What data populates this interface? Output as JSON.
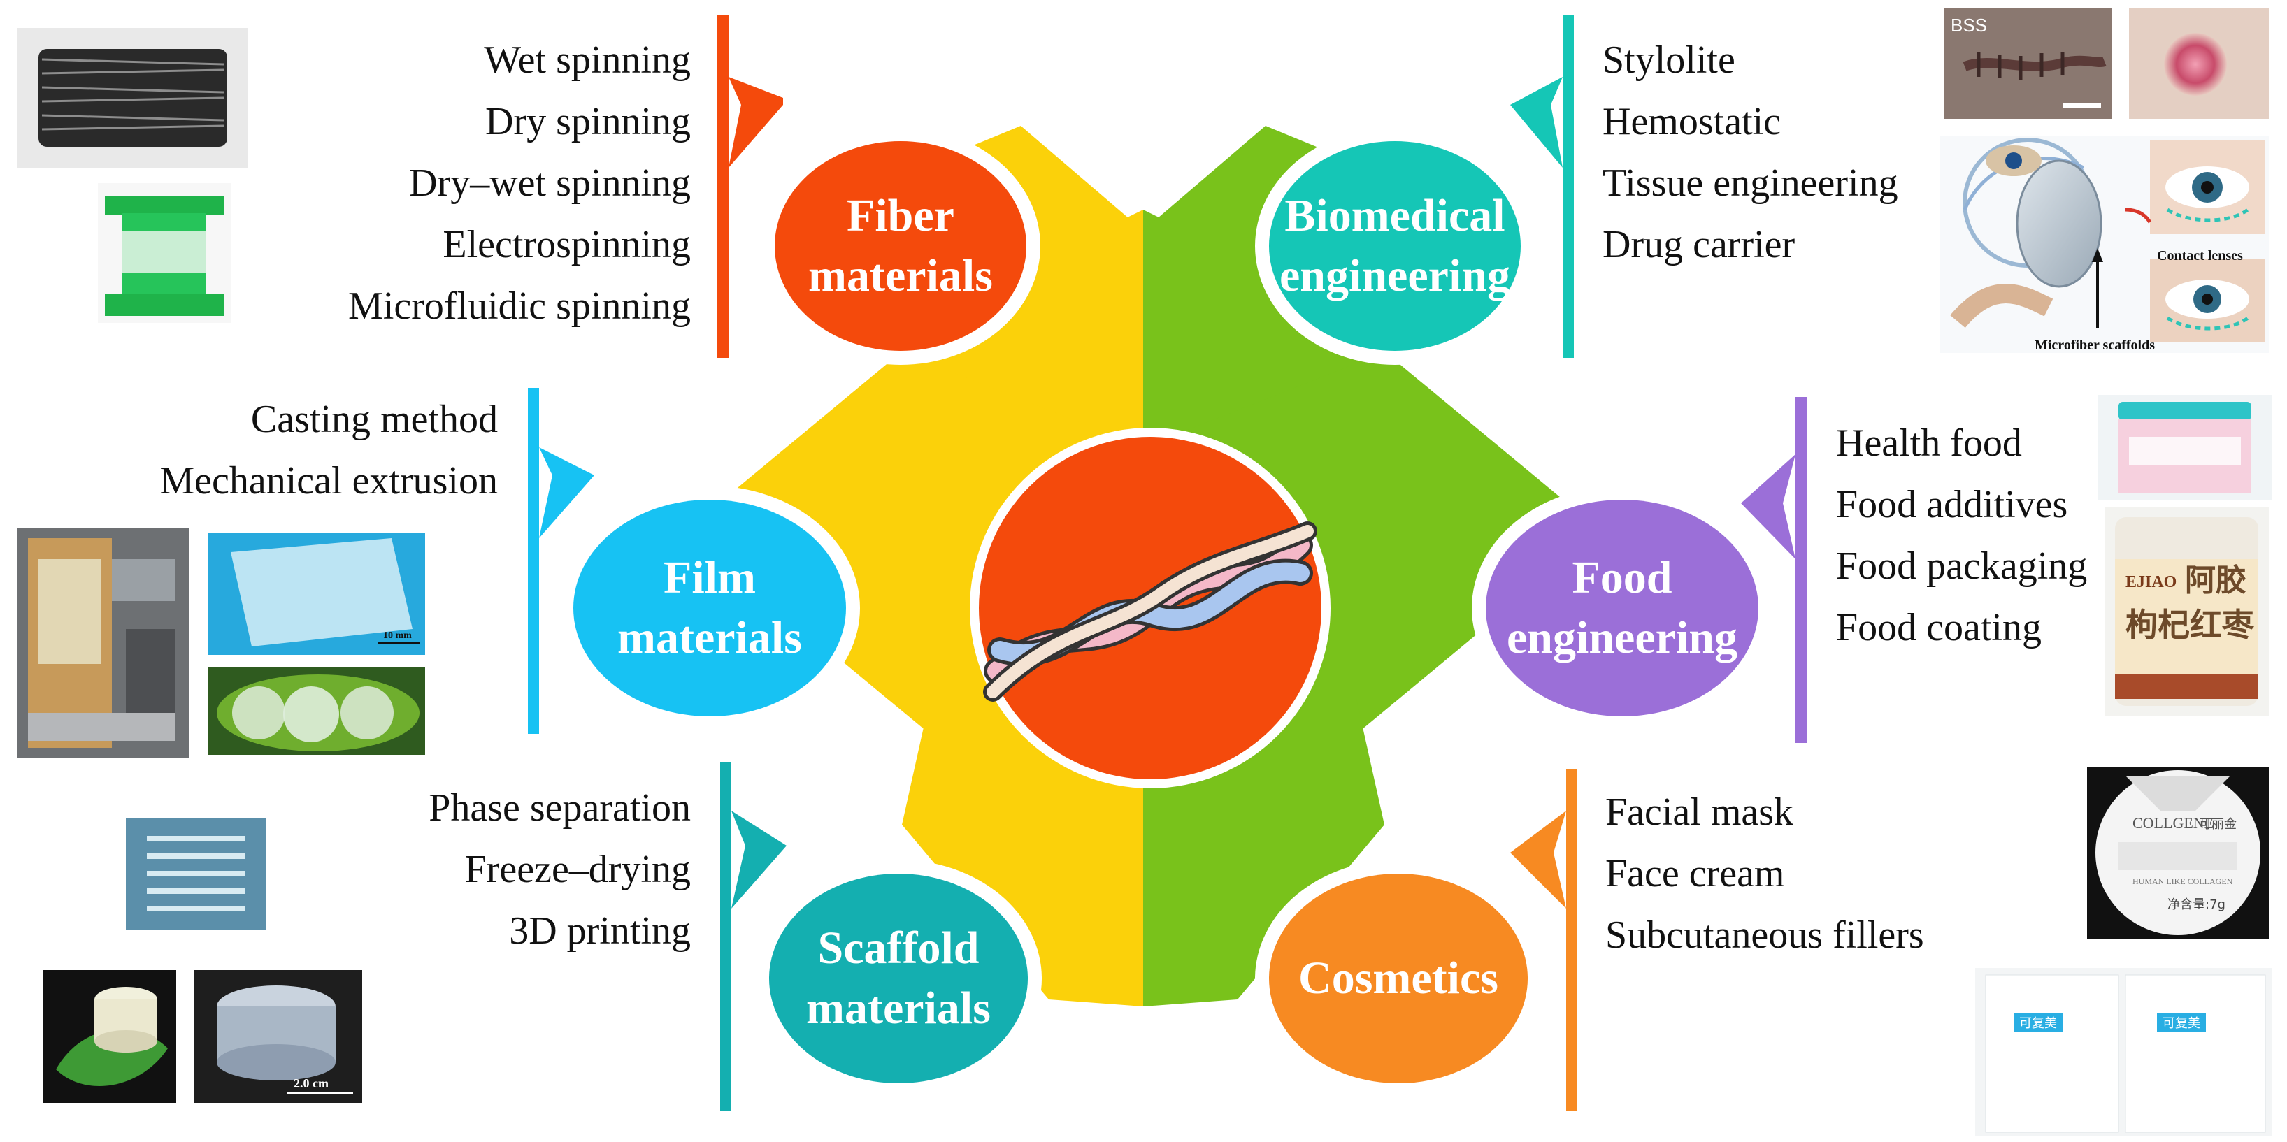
{
  "colors": {
    "yellow": "#FBD10A",
    "green": "#79C21B",
    "fiber": "#F44A0C",
    "biomedical": "#15C6B6",
    "film": "#17C2F3",
    "food": "#9B6FD8",
    "scaffold": "#14AFB0",
    "cosmetics": "#F78A22",
    "center": "#F44A0C"
  },
  "center": {
    "icon": "braided-fiber-icon"
  },
  "categories": {
    "fiber": {
      "title_line1": "Fiber",
      "title_line2": "materials",
      "items": [
        "Wet spinning",
        "Dry spinning",
        "Dry–wet spinning",
        "Electrospinning",
        "Microfluidic spinning"
      ]
    },
    "biomedical": {
      "title_line1": "Biomedical",
      "title_line2": "engineering",
      "items": [
        "Stylolite",
        "Hemostatic",
        "Tissue engineering",
        "Drug carrier"
      ]
    },
    "film": {
      "title_line1": "Film",
      "title_line2": "materials",
      "items": [
        "Casting method",
        "Mechanical extrusion"
      ]
    },
    "food": {
      "title_line1": "Food",
      "title_line2": "engineering",
      "items": [
        "Health food",
        "Food additives",
        "Food packaging",
        "Food coating"
      ]
    },
    "scaffold": {
      "title_line1": "Scaffold",
      "title_line2": "materials",
      "items": [
        "Phase separation",
        "Freeze–drying",
        "3D printing"
      ]
    },
    "cosmetics": {
      "title_line1": "Cosmetics",
      "title_line2": "",
      "items": [
        "Facial mask",
        "Face cream",
        "Subcutaneous fillers"
      ]
    }
  },
  "photo_labels": {
    "bss": "BSS",
    "contact_lenses": "Contact lenses",
    "microfiber_scaffolds": "Microfiber scaffolds",
    "film_scale": "10 mm",
    "scaffold_scale": "2.0 cm",
    "food_brand": "EJIAO",
    "food_name_1": "阿胶",
    "food_name_2": "枸杞红枣",
    "cosm_brand": "COLLGENE",
    "cosm_cn": "可丽金",
    "cosm_text": "HUMAN LIKE COLLAGEN",
    "cosm_weight": "净含量:7g",
    "cosm_box": "可复美"
  }
}
